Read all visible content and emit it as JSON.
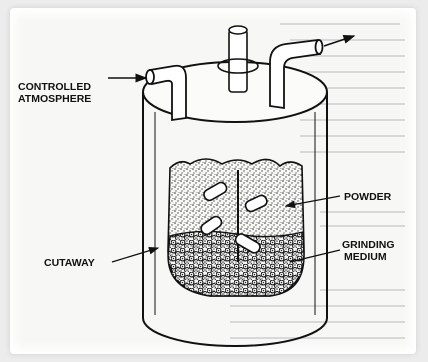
{
  "labels": {
    "controlled_line1": "CONTROLLED",
    "controlled_line2": "ATMOSPHERE",
    "powder": "POWDER",
    "cutaway": "CUTAWAY",
    "grinding_line1": "GRINDING",
    "grinding_line2": "MEDIUM"
  },
  "colors": {
    "ink": "#111111",
    "paper": "#f7f7f5",
    "frame": "#ececec"
  }
}
